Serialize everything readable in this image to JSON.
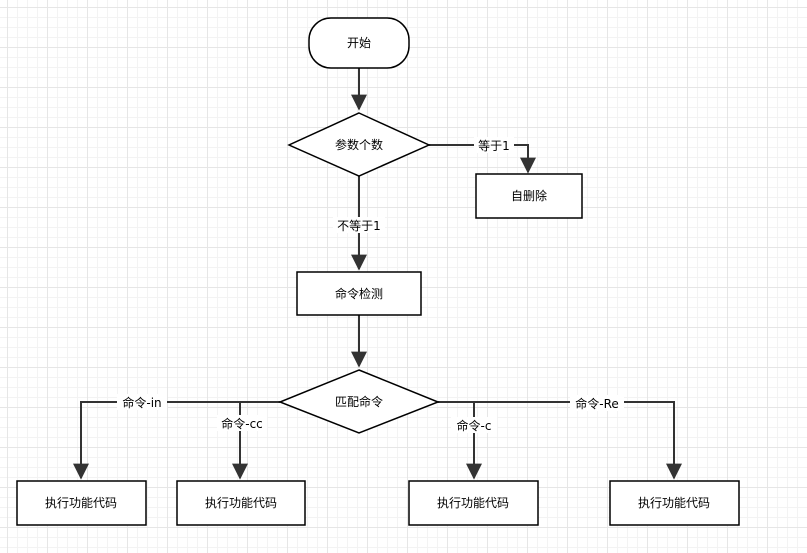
{
  "nodes": {
    "start": "开始",
    "param_count": "参数个数",
    "self_delete": "自删除",
    "cmd_check": "命令检测",
    "match_cmd": "匹配命令",
    "exec_in": "执行功能代码",
    "exec_cc": "执行功能代码",
    "exec_c": "执行功能代码",
    "exec_re": "执行功能代码"
  },
  "edges": {
    "equals_one": "等于1",
    "not_equals_one": "不等于1",
    "cmd_in": "命令-in",
    "cmd_cc": "命令-cc",
    "cmd_c": "命令-c",
    "cmd_re": "命令-Re"
  }
}
